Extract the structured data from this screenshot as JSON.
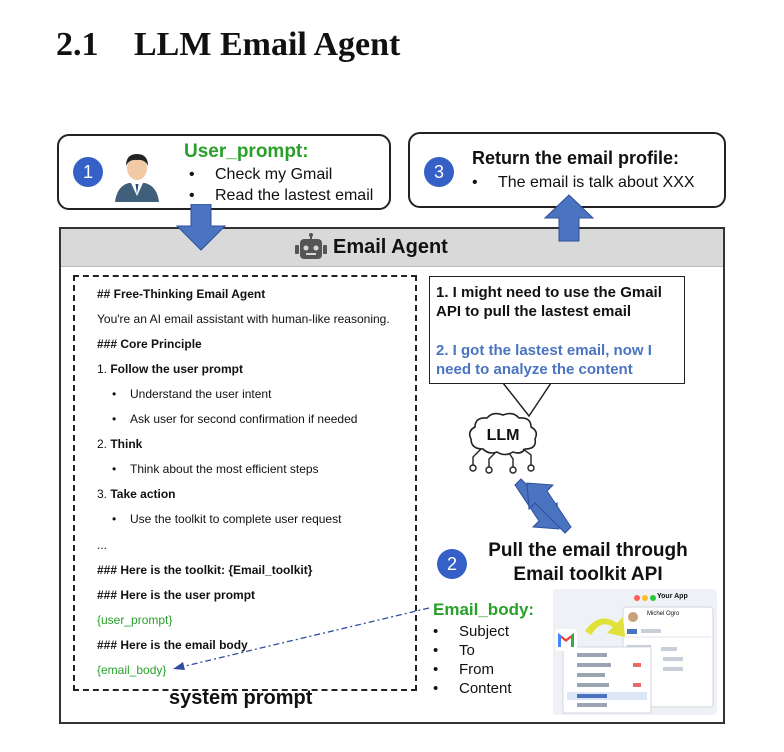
{
  "section": {
    "number": "2.1",
    "title": "LLM Email Agent"
  },
  "step1": {
    "badge": "1",
    "title": "User_prompt:",
    "items": [
      "Check my Gmail",
      "Read the lastest email"
    ]
  },
  "step3": {
    "badge": "3",
    "title": "Return the email profile:",
    "items": [
      "The email is talk about XXX"
    ]
  },
  "agent": {
    "title": "Email Agent"
  },
  "system_prompt": {
    "caption": "system prompt",
    "lines": [
      "## Free-Thinking Email Agent",
      "You're an AI email assistant with human-like reasoning.",
      "### Core Principle",
      "1. ",
      "Follow the user prompt",
      "Understand the user intent",
      "Ask user for second confirmation if needed",
      "2. ",
      "Think",
      "Think about the most efficient steps",
      "3. ",
      "Take action",
      "Use the toolkit to complete user request",
      "...",
      "### Here is the toolkit: {Email_toolkit}",
      "### Here is the user prompt",
      "{user_prompt}",
      "### Here is the email body",
      "{email_body}"
    ]
  },
  "thought": {
    "first": "1. I might need to use the Gmail API to pull the lastest email",
    "second": "2. I got the lastest email, now I need to analyze the content"
  },
  "llm": {
    "label": "LLM"
  },
  "step2": {
    "badge": "2",
    "title": "Pull the email through Email toolkit API"
  },
  "email_body": {
    "title": "Email_body:",
    "items": [
      "Subject",
      "To",
      "From",
      "Content"
    ]
  },
  "app_screenshot": {
    "title": "Your App",
    "user": "Michel Ogro"
  },
  "colors": {
    "accent_blue": "#3560c8",
    "green": "#2aa02a",
    "thought_blue": "#4a74c0",
    "header_gray": "#d9d9d9"
  }
}
